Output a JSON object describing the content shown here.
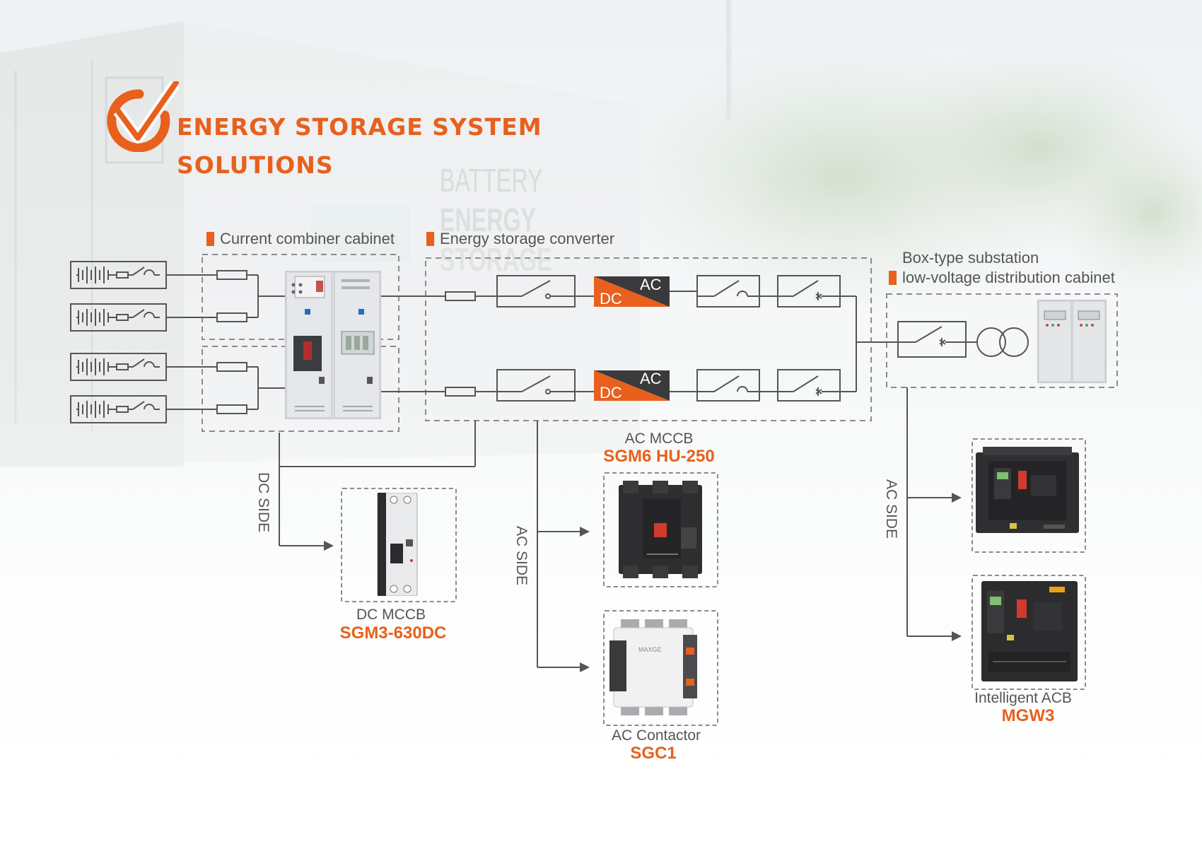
{
  "title": {
    "line1": "ENERGY STORAGE SYSTEM",
    "line2": "SOLUTIONS"
  },
  "sections": {
    "combiner": "Current combiner cabinet",
    "converter": "Energy storage converter",
    "substation_line1": "Box-type substation",
    "substation_line2": "low-voltage distribution cabinet"
  },
  "converter_labels": {
    "ac": "AC",
    "dc": "DC"
  },
  "background_text": {
    "line1": "BATTERY",
    "line2": "ENERGY",
    "line3": "STORAGE"
  },
  "sides": {
    "dc": "DC SIDE",
    "ac_left": "AC SIDE",
    "ac_right": "AC SIDE"
  },
  "products": {
    "dc_mccb": {
      "name": "DC MCCB",
      "model": "SGM3-630DC"
    },
    "ac_mccb": {
      "name": "AC MCCB",
      "model": "SGM6 HU-250"
    },
    "ac_contactor": {
      "name": "AC Contactor",
      "model": "SGC1",
      "brand": "MAXGE"
    },
    "acb": {
      "name": "Intelligent ACB",
      "model": "MGW3"
    }
  },
  "colors": {
    "accent": "#e8601c",
    "line": "#555555",
    "dash": "#8c8c8c",
    "dark": "#2e2e30"
  }
}
